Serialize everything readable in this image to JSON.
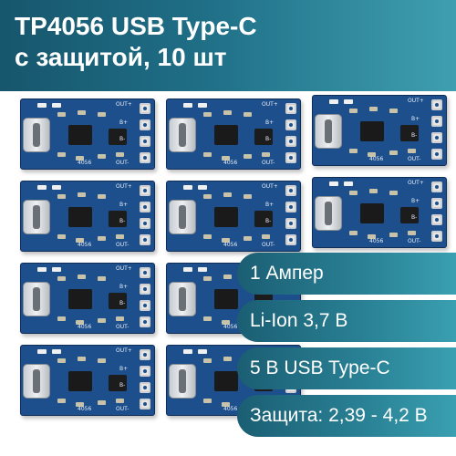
{
  "header": {
    "title_line1": "TP4056 USB Type-C",
    "title_line2": "с защитой, 10 шт"
  },
  "board_silk": {
    "chip_label": "4056",
    "out_plus": "OUT+",
    "b_plus": "B+",
    "b_minus": "B-",
    "out_minus": "OUT-"
  },
  "features": [
    "1 Ампер",
    "Li-Ion 3,7 В",
    "5 В USB Type-C",
    "Защита: 2,39 - 4,2 В"
  ],
  "colors": {
    "header_gradient": [
      "#17566c",
      "#3f9fb0"
    ],
    "pcb_blue": "#1d4f8c",
    "badge_gradient": [
      "#1b5e73",
      "#3aa0b1"
    ]
  }
}
